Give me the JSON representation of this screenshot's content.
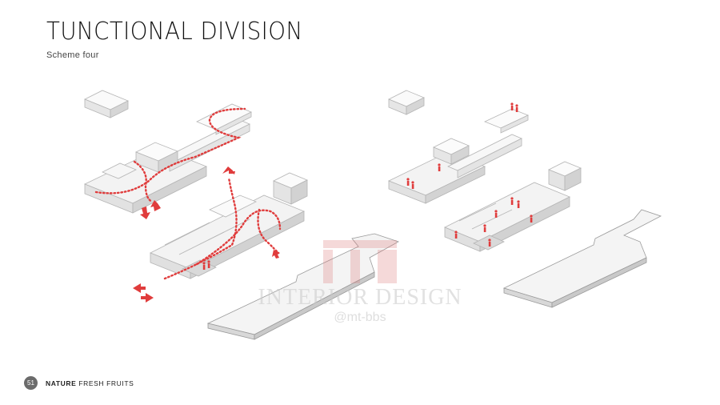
{
  "header": {
    "title": "TUNCTIONAL  DIVISION",
    "subtitle": "Scheme four"
  },
  "watermark": {
    "logo": "mt",
    "text": "INTERIOR DESIGN",
    "handle": "@mt-bbs"
  },
  "footer": {
    "page_number": "51",
    "brand_bold": "NATURE",
    "brand_rest": "FRESH  FRUITS"
  },
  "colors": {
    "accent_red": "#e03c3c",
    "block_fill": "#f1f1f1",
    "block_stroke": "#b8b8b8",
    "page_badge": "#6b6b6b"
  },
  "icons": [
    "red-arrow-icon",
    "person-figure-icon"
  ]
}
